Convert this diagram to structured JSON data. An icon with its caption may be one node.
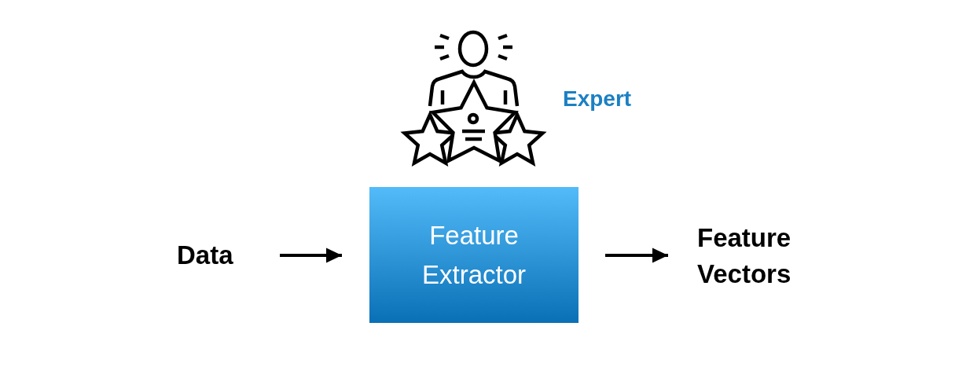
{
  "diagram": {
    "nodes": [
      {
        "text": [
          "Data"
        ]
      },
      {
        "text": [
          "Feature Extractor"
        ]
      },
      {
        "text": [
          "Feature Vectors"
        ]
      }
    ],
    "edges": [
      {
        "from": 0,
        "to": 1,
        "arrow": "to"
      },
      {
        "from": 1,
        "to": 2,
        "arrow": "to"
      }
    ],
    "labels": [
      "Expert"
    ]
  }
}
